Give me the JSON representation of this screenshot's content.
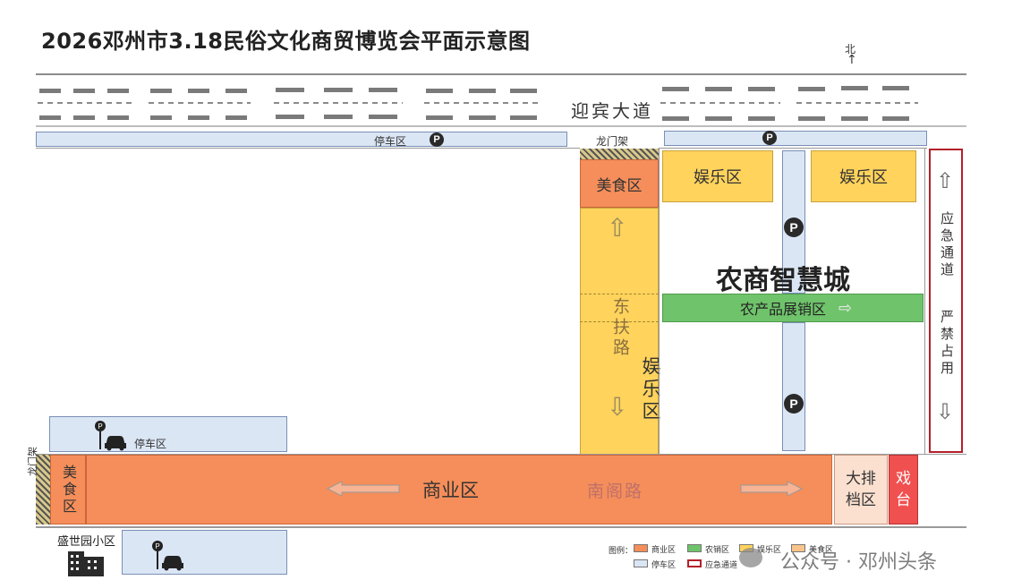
{
  "title": "2026邓州市3.18民俗文化商贸博览会平面示意图",
  "north_label": "北",
  "top_road_name": "迎宾大道",
  "parking_label": "停车区",
  "parking_symbol": "P",
  "gate_label": "龙门架",
  "gate_label_left": "龙门架",
  "food_zone": "美食区",
  "ent_zone_1": "娱乐区",
  "ent_zone_2": "娱乐区",
  "smart_city": "农商智慧城",
  "farm_sales": "农产品展销区",
  "dongfu_road": "东扶路",
  "ent_zone_vertical": "娱乐区",
  "emergency_lane": "应急通道",
  "no_occupy": "严禁占用",
  "biz_zone": "商业区",
  "nange_road": "南阁路",
  "food_zone_left": "美食区",
  "stall_zone": "大排档区",
  "stage": "戏台",
  "community": "盛世园小区",
  "legend": {
    "title": "图例：",
    "items": [
      {
        "label": "商业区",
        "color": "#f58e5a"
      },
      {
        "label": "农销区",
        "color": "#6fc36b"
      },
      {
        "label": "娱乐区",
        "color": "#ffd35c"
      },
      {
        "label": "美食区",
        "color": "#f9c48a"
      },
      {
        "label": "停车区",
        "color": "#dbe6f5"
      },
      {
        "label": "应急通道",
        "color": "#b3202a"
      }
    ]
  },
  "watermark": "公众号 · 邓州头条",
  "colors": {
    "business": "#f58e5a",
    "entertainment": "#ffd35c",
    "farm": "#6fc36b",
    "parking": "#dbe6f5",
    "emergency": "#b3202a",
    "stage": "#f05050"
  }
}
